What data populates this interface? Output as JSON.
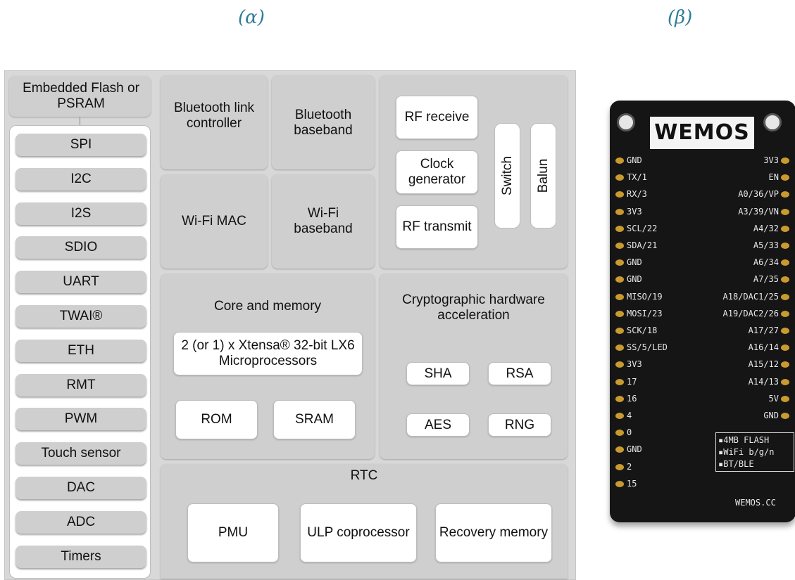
{
  "captions": {
    "left": "(α)",
    "right": "(β)"
  },
  "flash": {
    "label": "Embedded Flash or PSRAM"
  },
  "peripherals": [
    "SPI",
    "I2C",
    "I2S",
    "SDIO",
    "UART",
    "TWAI®",
    "ETH",
    "RMT",
    "PWM",
    "Touch sensor",
    "DAC",
    "ADC",
    "Timers"
  ],
  "bt_link": "Bluetooth link controller",
  "bt_baseband": "Bluetooth baseband",
  "wifi_mac": "Wi-Fi MAC",
  "wifi_baseband": "Wi-Fi baseband",
  "rf": {
    "receive": "RF receive",
    "clock": "Clock generator",
    "transmit": "RF transmit",
    "switch": "Switch",
    "balun": "Balun"
  },
  "core": {
    "title": "Core and memory",
    "cpu": "2 (or 1) x Xtensa® 32-bit LX6 Microprocessors",
    "rom": "ROM",
    "sram": "SRAM"
  },
  "crypto": {
    "title": "Cryptographic hardware acceleration",
    "sha": "SHA",
    "rsa": "RSA",
    "aes": "AES",
    "rng": "RNG"
  },
  "rtc": {
    "title": "RTC",
    "pmu": "PMU",
    "ulp": "ULP coprocessor",
    "recovery": "Recovery memory"
  },
  "board": {
    "brand": "WEMOS",
    "left_pins": [
      "GND",
      "TX/1",
      "RX/3",
      "3V3",
      "SCL/22",
      "SDA/21",
      "GND",
      "GND",
      "MISO/19",
      "MOSI/23",
      "SCK/18",
      "SS/5/LED",
      "3V3",
      "17",
      "16",
      "4",
      "0",
      "GND",
      "2",
      "15"
    ],
    "right_pins": [
      "3V3",
      "EN",
      "A0/36/VP",
      "A3/39/VN",
      "A4/32",
      "A5/33",
      "A6/34",
      "A7/35",
      "A18/DAC1/25",
      "A19/DAC2/26",
      "A17/27",
      "A16/14",
      "A15/12",
      "A14/13",
      "5V",
      "GND"
    ],
    "specs": [
      "4MB FLASH",
      "WiFi b/g/n",
      "BT/BLE"
    ],
    "footer": "WEMOS.CC"
  },
  "colors": {
    "block": "#cfcfcf",
    "caption": "#2f7d96",
    "board": "#151515",
    "pad": "#c99a2e"
  }
}
